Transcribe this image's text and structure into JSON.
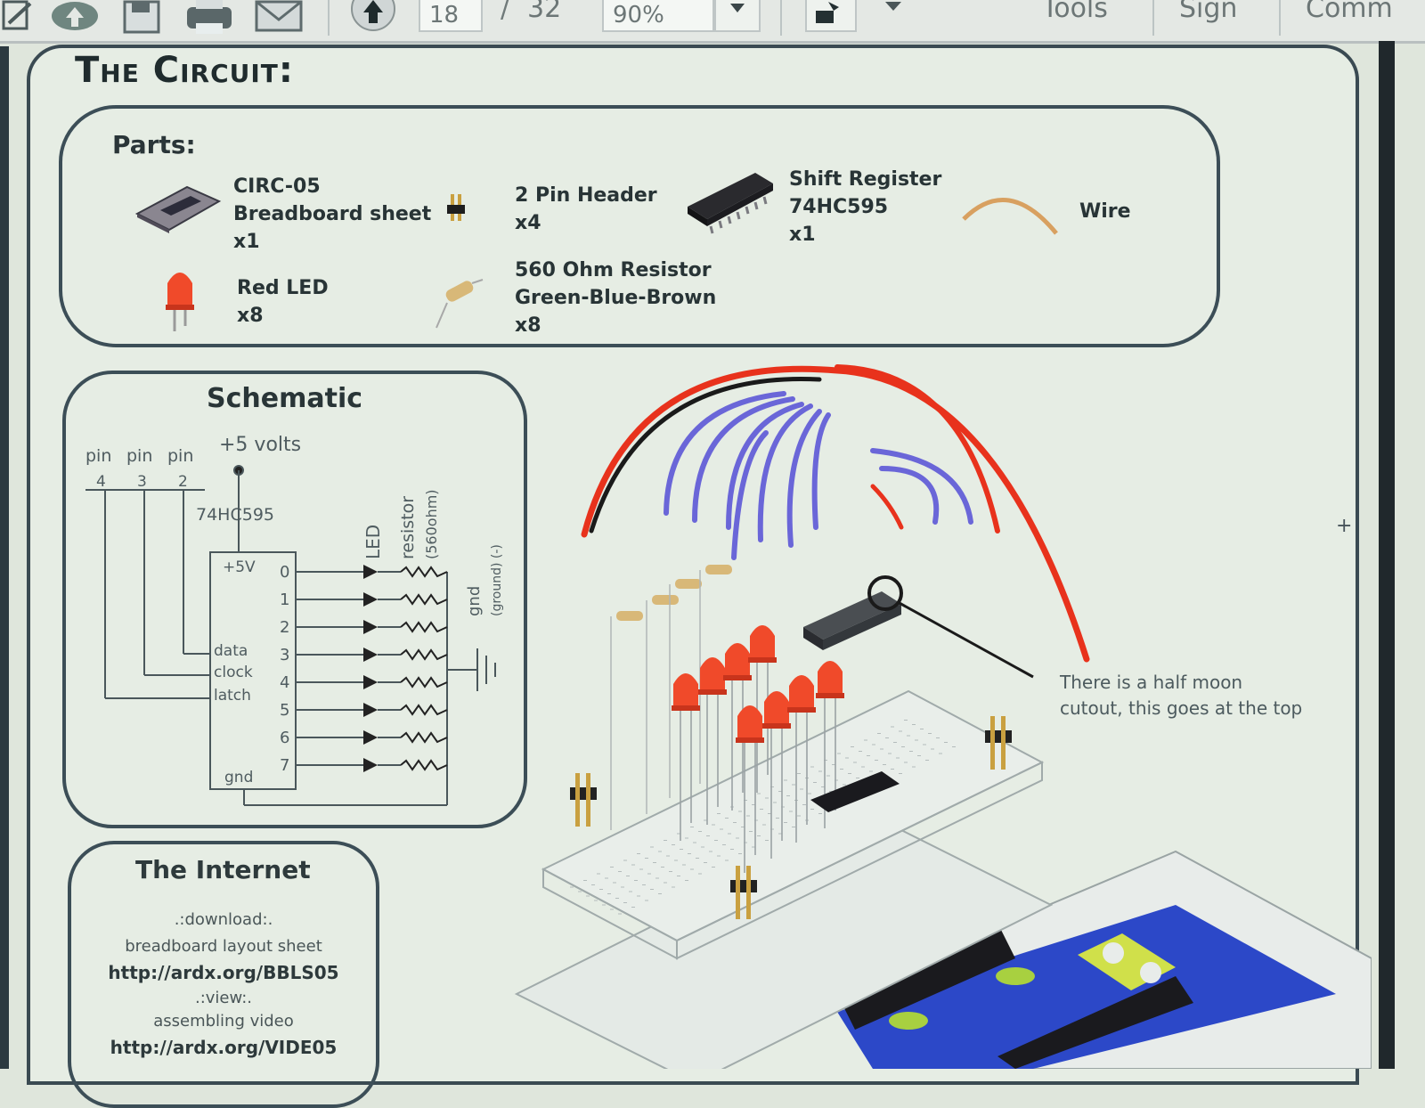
{
  "toolbar": {
    "current_page": "18",
    "page_separator": "/",
    "total_pages": "32",
    "zoom": "90%",
    "menu": [
      "Tools",
      "Sign",
      "Comm"
    ]
  },
  "document": {
    "title": "The Circuit:",
    "parts": {
      "heading": "Parts:",
      "items": [
        {
          "name": "CIRC-05\nBreadboard sheet\nx1",
          "icon": "breadboard-sheet-icon"
        },
        {
          "name": "2 Pin Header\nx4",
          "icon": "pin-header-icon"
        },
        {
          "name": "Shift Register\n74HC595\nx1",
          "icon": "shift-register-chip-icon"
        },
        {
          "name": "Wire",
          "icon": "wire-icon"
        },
        {
          "name": "Red LED\nx8",
          "icon": "red-led-icon"
        },
        {
          "name": "560 Ohm Resistor\nGreen-Blue-Brown\nx8",
          "icon": "resistor-icon"
        }
      ]
    },
    "schematic": {
      "title": "Schematic",
      "supply": "+5 volts",
      "pin_labels": [
        "pin",
        "pin",
        "pin"
      ],
      "pin_numbers": [
        "4",
        "3",
        "2"
      ],
      "chip_name": "74HC595",
      "chip_pins": {
        "vcc": "+5V",
        "data": "data",
        "clock": "clock",
        "latch": "latch",
        "gnd": "gnd"
      },
      "outputs": [
        "0",
        "1",
        "2",
        "3",
        "4",
        "5",
        "6",
        "7"
      ],
      "led_label": "LED",
      "resistor_label": "resistor",
      "resistor_value": "(560ohm)",
      "gnd_label": "gnd",
      "ground_label": "(ground) (-)"
    },
    "internet": {
      "title": "The Internet",
      "lines": [
        {
          "text": ".:download:.",
          "bold": false
        },
        {
          "text": "breadboard layout sheet",
          "bold": false
        },
        {
          "text": "http://ardx.org/BBLS05",
          "bold": true
        },
        {
          "text": ".:view:.",
          "bold": false
        },
        {
          "text": "assembling video",
          "bold": false
        },
        {
          "text": "http://ardx.org/VIDE05",
          "bold": true
        }
      ]
    },
    "annotation": "There is a half moon\ncutout, this goes at the top"
  },
  "colors": {
    "toolbar_bg": "#e4e8e4",
    "page_bg": "#e6ede4",
    "frame": "#3c4e57",
    "led_red": "#f04a2a",
    "wire_blue": "#6a66d8",
    "wire_red": "#e8321c",
    "arduino_blue": "#2c48c8"
  }
}
